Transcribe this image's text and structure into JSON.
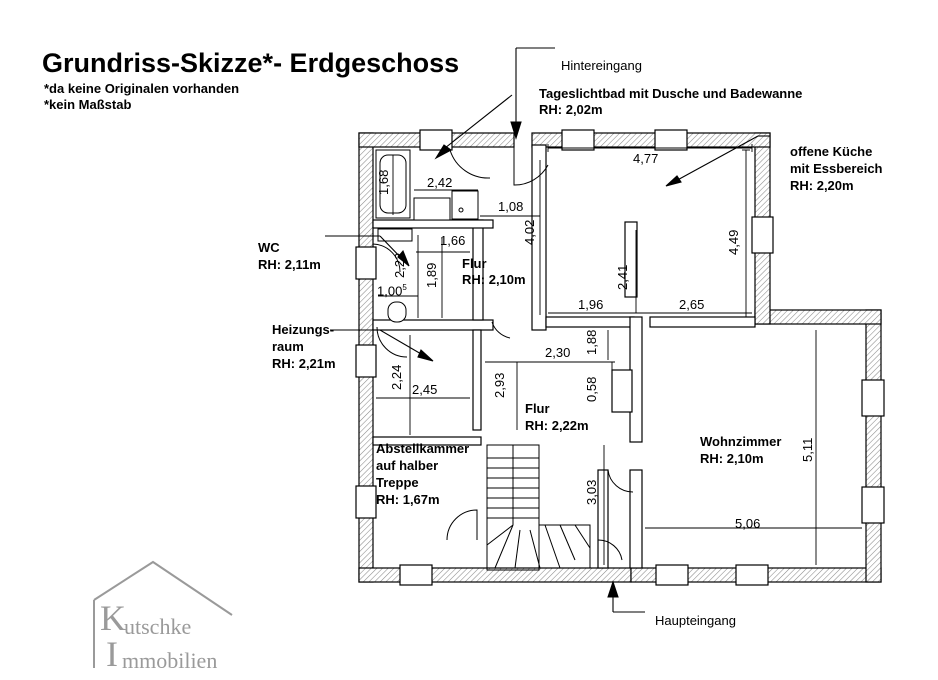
{
  "title": "Grundriss-Skizze*- Erdgeschoss",
  "notes": [
    "*da keine Originalen vorhanden",
    "*kein Maßstab"
  ],
  "entrances": {
    "back": "Hintereingang",
    "main": "Haupteingang"
  },
  "rooms": {
    "bad": {
      "name": "Tageslichtbad mit Dusche und Badewanne",
      "height": "RH: 2,02m"
    },
    "kueche": {
      "line1": "offene Küche",
      "line2": "mit Essbereich",
      "height": "RH: 2,20m"
    },
    "wc": {
      "name": "WC",
      "height": "RH: 2,11m"
    },
    "flur_oben": {
      "name": "Flur",
      "height": "RH: 2,10m"
    },
    "heizung": {
      "line1": "Heizungs-",
      "line2": "raum",
      "height": "RH: 2,21m"
    },
    "flur_unten": {
      "name": "Flur",
      "height": "RH: 2,22m"
    },
    "abstell": {
      "line1": "Abstellkammer",
      "line2": "auf halber",
      "line3": "Treppe",
      "height": "RH: 1,67m"
    },
    "wohn": {
      "name": "Wohnzimmer",
      "height": "RH: 2,10m"
    }
  },
  "dimensions": {
    "bad_h": "1,68",
    "bad_w": "2,42",
    "bad_step": "1,08",
    "bad_d": "4,02",
    "wc_w": "1,66",
    "wc_h": "2,22",
    "wc_w2": "1,00",
    "wc_w2_sup": "5",
    "flur_h": "1,89",
    "kue_w": "4,77",
    "kue_h": "4,49",
    "kue_inner": "2,41",
    "kue_w1": "1,96",
    "kue_w2": "2,65",
    "heiz_h": "2,24",
    "heiz_w": "2,45",
    "flur_w": "2,30",
    "flur_h2": "1,88",
    "flur_d": "2,93",
    "niche": "0,58",
    "treppe": "3,03",
    "wohn_w": "5,06",
    "wohn_h": "5,11"
  },
  "logo": {
    "k": "K",
    "line1": "utschke",
    "i": "I",
    "line2": "mmobilien"
  }
}
